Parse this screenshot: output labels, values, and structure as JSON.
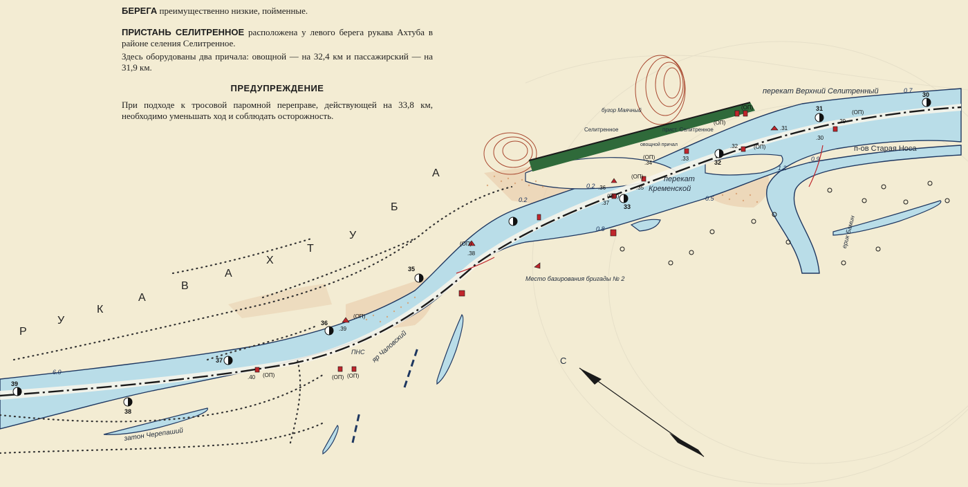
{
  "text": {
    "banks_title": "БЕРЕГА",
    "banks_text": "преимущественно низкие, пойменные.",
    "pier_title": "ПРИСТАНЬ СЕЛИТРЕННОЕ",
    "pier_text": "расположена у левого берега рукава Ахтуба в районе селения Селитренное.",
    "pier_text2": "Здесь оборудованы два причала: овощной — на 32,4 км и пассажирский — на 31,9 км.",
    "warning_title": "ПРЕДУПРЕЖДЕНИЕ",
    "warning_text": "При подходе к тросовой паромной переправе, действующей на 33,8 км, необходимо уменьшать ход и соблюдать осторожность."
  },
  "labels": {
    "river_letters": [
      "Р",
      "У",
      "К",
      "А",
      "В",
      "А",
      "Х",
      "Т",
      "У",
      "Б",
      "А"
    ],
    "upper_rift": "перекат Верхний Селитренный",
    "kremenskoy_1": "перекат",
    "kremenskoy_2": "Кременской",
    "peninsula": "п-ов Старая Носа",
    "hill": "бугор Маячный",
    "village": "Селитренное",
    "pier": "прист. Селитренное",
    "veg_berth": "овощной причал",
    "brigade": "Место базирования бригады № 2",
    "yar": "яр Чаловский",
    "pns": "ПНС",
    "zaton": "затон Черепаший",
    "erik": "ерик Бамин",
    "compass": "С",
    "op": "(ОП)"
  },
  "km_marks": [
    "30",
    "31",
    "32",
    "33",
    "35",
    "36",
    "37",
    "38",
    "39"
  ],
  "km_small": [
    ".29",
    ".30",
    ".31",
    ".32",
    ".33",
    ".34",
    ".35",
    ".36",
    ".37",
    ".38",
    ".39",
    ".40"
  ],
  "depths": [
    "0.7",
    "0.2",
    "0.5",
    "0.8",
    "0.9",
    "1.2",
    "6.0",
    "0.2"
  ],
  "colors": {
    "water": "#b9dde8",
    "shore": "#1e3760",
    "channel": "#1a1a1a",
    "sand": "#d8a071",
    "relief": "#a8472f",
    "marker": "#c0262c",
    "paper": "#f3ecd3"
  }
}
